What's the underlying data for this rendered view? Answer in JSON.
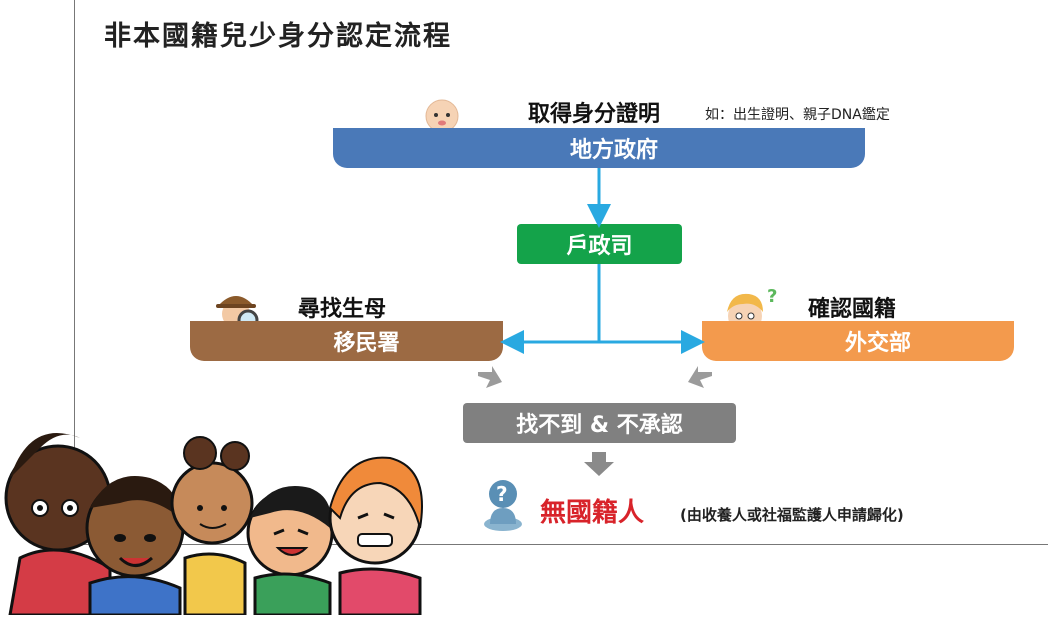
{
  "title": "非本國籍兒少身分認定流程",
  "step_id": {
    "label": "取得身分證明",
    "note": "如：出生證明、親子DNA鑑定",
    "agency": "地方政府"
  },
  "household": {
    "agency": "戶政司"
  },
  "mother": {
    "label": "尋找生母",
    "agency": "移民署"
  },
  "nationality": {
    "label": "確認國籍",
    "agency": "外交部"
  },
  "not_found": {
    "label": "找不到 & 不承認"
  },
  "result": {
    "label": "無國籍人",
    "note": "(由收養人或社福監護人申請歸化)"
  },
  "colors": {
    "local": "#4a79b8",
    "household": "#14a34a",
    "immigration": "#9c6a43",
    "mofa": "#f39a4d",
    "gray": "#808080",
    "arrow": "#29a9e1",
    "result": "#d8232a"
  },
  "icons": [
    "baby-icon",
    "detective-icon",
    "confused-boy-icon",
    "question-person-icon",
    "children-group-illustration"
  ]
}
